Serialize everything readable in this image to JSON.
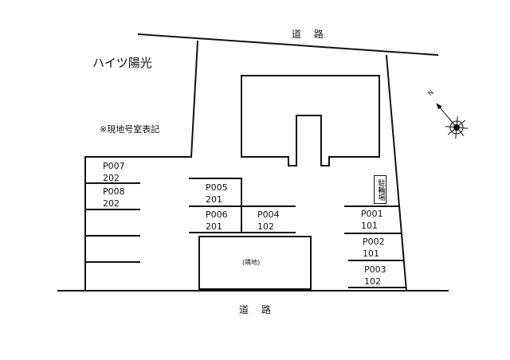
{
  "roads": {
    "top": "道 路",
    "bottom": "道 路"
  },
  "building_name": "ハイツ陽光",
  "note": "※現地号室表記",
  "neighbor_label": "(隣地)",
  "bicycle_parking": "駐輪場",
  "compass": {
    "north": "N"
  },
  "parking_spaces": [
    {
      "id": "P007",
      "room": "202"
    },
    {
      "id": "P008",
      "room": "202"
    },
    {
      "id": "P005",
      "room": "201"
    },
    {
      "id": "P006",
      "room": "201"
    },
    {
      "id": "P004",
      "room": "102"
    },
    {
      "id": "P001",
      "room": "101"
    },
    {
      "id": "P002",
      "room": "101"
    },
    {
      "id": "P003",
      "room": "102"
    }
  ]
}
